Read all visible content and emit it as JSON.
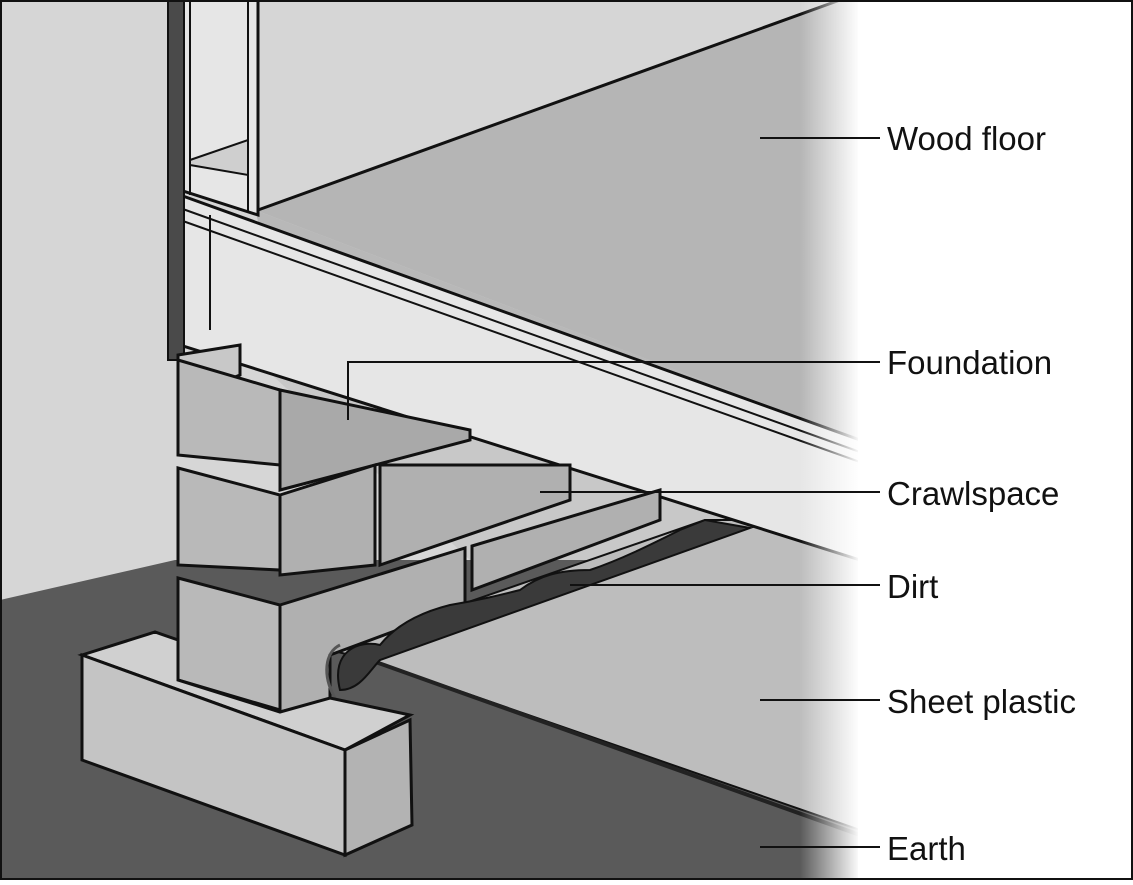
{
  "labels": {
    "wood_floor": "Wood floor",
    "foundation": "Foundation",
    "crawlspace": "Crawlspace",
    "dirt": "Dirt",
    "sheet_plastic": "Sheet plastic",
    "earth": "Earth"
  },
  "colors": {
    "earth": "#5a5a5a",
    "wall": "#d6d6d6",
    "floor_underside": "#b5b5b5",
    "beam": "#e6e6e6",
    "block": "#b9b9b9",
    "footing": "#c4c4c4",
    "plastic": "#bdbdbd",
    "dirt": "#3a3a3a",
    "siding": "#4a4a4a"
  }
}
